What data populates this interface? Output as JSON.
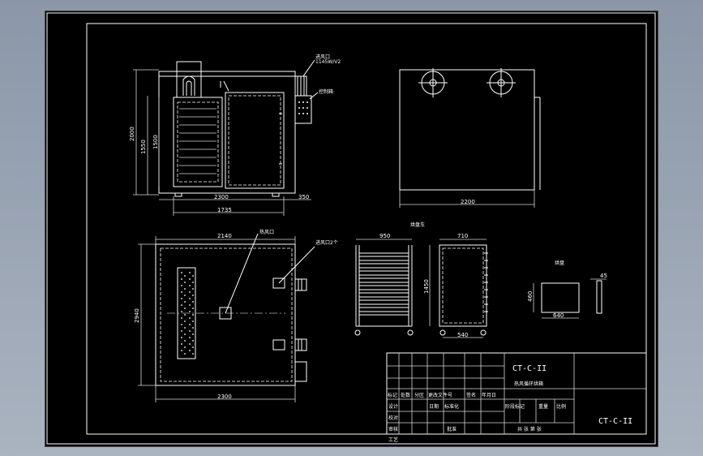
{
  "drawing": {
    "front_view": {
      "dims": {
        "height_total": "2000",
        "height_inner": "1550",
        "height_door": "1500",
        "width_total": "2300",
        "width_side": "350",
        "width_base": "1735"
      },
      "callouts": {
        "top_right": "进风口\n1145W/V2",
        "panel": "控制箱"
      }
    },
    "side_view": {
      "dims": {
        "width": "2200"
      }
    },
    "plan_view": {
      "dims": {
        "width_top": "2140",
        "height": "2940",
        "width_bottom": "2300"
      },
      "callouts": {
        "center": "热风口",
        "right": "进风口2个"
      }
    },
    "trolley_front": {
      "dims": {
        "width_top": "950"
      }
    },
    "trolley_side": {
      "dims": {
        "width_top": "710",
        "height": "1450",
        "width_bottom": "540"
      }
    },
    "tray": {
      "dims": {
        "height": "460",
        "thickness": "45",
        "width": "640"
      }
    },
    "labels": {
      "trolley": "烘盘车",
      "tray": "烘盘"
    }
  },
  "title_block": {
    "drawing_no": "CT-C-II",
    "drawing_name": "热风循环烘箱",
    "code_box": "CT-C-II",
    "row_headers": [
      "标记",
      "处数",
      "分区",
      "更改文件号",
      "签名",
      "年月日"
    ],
    "left_rows": [
      "设计",
      "校对",
      "审核",
      "工艺"
    ],
    "standardization": "标准化",
    "sign_date": "日期",
    "approve": "批准",
    "stage_labels": [
      "阶段标记",
      "重量",
      "比例"
    ],
    "sheet_info": "共  张  第  张"
  }
}
